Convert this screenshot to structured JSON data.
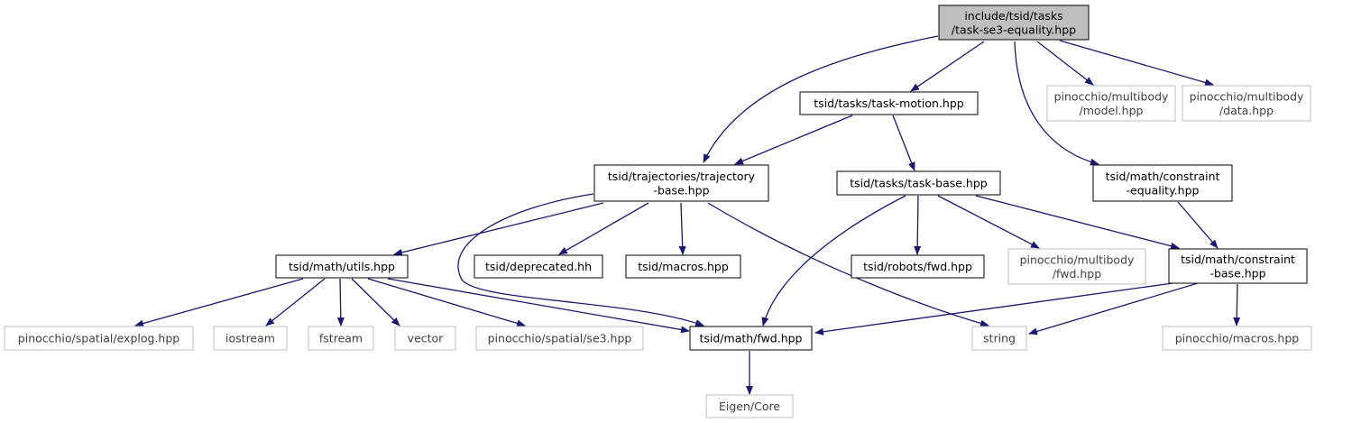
{
  "graph": {
    "colors": {
      "edge": "#191970",
      "root_fill": "#bfbfbf",
      "node_border": "#000000",
      "external_border": "#bfbfbf",
      "background": "#ffffff"
    },
    "nodes": [
      {
        "id": "root",
        "lines": [
          "include/tsid/tasks",
          "/task-se3-equality.hpp"
        ],
        "kind": "root"
      },
      {
        "id": "task_motion",
        "lines": [
          "tsid/tasks/task-motion.hpp"
        ],
        "kind": "internal"
      },
      {
        "id": "pin_model",
        "lines": [
          "pinocchio/multibody",
          "/model.hpp"
        ],
        "kind": "external"
      },
      {
        "id": "pin_data",
        "lines": [
          "pinocchio/multibody",
          "/data.hpp"
        ],
        "kind": "external"
      },
      {
        "id": "traj_base",
        "lines": [
          "tsid/trajectories/trajectory",
          "-base.hpp"
        ],
        "kind": "internal"
      },
      {
        "id": "task_base",
        "lines": [
          "tsid/tasks/task-base.hpp"
        ],
        "kind": "internal"
      },
      {
        "id": "constraint_eq",
        "lines": [
          "tsid/math/constraint",
          "-equality.hpp"
        ],
        "kind": "internal"
      },
      {
        "id": "utils",
        "lines": [
          "tsid/math/utils.hpp"
        ],
        "kind": "internal"
      },
      {
        "id": "deprecated",
        "lines": [
          "tsid/deprecated.hh"
        ],
        "kind": "internal"
      },
      {
        "id": "macros",
        "lines": [
          "tsid/macros.hpp"
        ],
        "kind": "internal"
      },
      {
        "id": "robots_fwd",
        "lines": [
          "tsid/robots/fwd.hpp"
        ],
        "kind": "internal"
      },
      {
        "id": "pin_fwd",
        "lines": [
          "pinocchio/multibody",
          "/fwd.hpp"
        ],
        "kind": "external"
      },
      {
        "id": "constraint_base",
        "lines": [
          "tsid/math/constraint",
          "-base.hpp"
        ],
        "kind": "internal"
      },
      {
        "id": "explog",
        "lines": [
          "pinocchio/spatial/explog.hpp"
        ],
        "kind": "external"
      },
      {
        "id": "iostream",
        "lines": [
          "iostream"
        ],
        "kind": "external"
      },
      {
        "id": "fstream",
        "lines": [
          "fstream"
        ],
        "kind": "external"
      },
      {
        "id": "vector",
        "lines": [
          "vector"
        ],
        "kind": "external"
      },
      {
        "id": "se3",
        "lines": [
          "pinocchio/spatial/se3.hpp"
        ],
        "kind": "external"
      },
      {
        "id": "math_fwd",
        "lines": [
          "tsid/math/fwd.hpp"
        ],
        "kind": "internal"
      },
      {
        "id": "string",
        "lines": [
          "string"
        ],
        "kind": "external"
      },
      {
        "id": "pin_macros",
        "lines": [
          "pinocchio/macros.hpp"
        ],
        "kind": "external"
      },
      {
        "id": "eigen_core",
        "lines": [
          "Eigen/Core"
        ],
        "kind": "external"
      }
    ],
    "edges": [
      {
        "from": "root",
        "to": "task_motion"
      },
      {
        "from": "root",
        "to": "pin_model"
      },
      {
        "from": "root",
        "to": "pin_data"
      },
      {
        "from": "root",
        "to": "traj_base"
      },
      {
        "from": "root",
        "to": "constraint_eq"
      },
      {
        "from": "task_motion",
        "to": "traj_base"
      },
      {
        "from": "task_motion",
        "to": "task_base"
      },
      {
        "from": "traj_base",
        "to": "utils"
      },
      {
        "from": "traj_base",
        "to": "deprecated"
      },
      {
        "from": "traj_base",
        "to": "macros"
      },
      {
        "from": "traj_base",
        "to": "string"
      },
      {
        "from": "traj_base",
        "to": "math_fwd"
      },
      {
        "from": "task_base",
        "to": "math_fwd"
      },
      {
        "from": "task_base",
        "to": "robots_fwd"
      },
      {
        "from": "task_base",
        "to": "pin_fwd"
      },
      {
        "from": "task_base",
        "to": "constraint_base"
      },
      {
        "from": "constraint_eq",
        "to": "constraint_base"
      },
      {
        "from": "utils",
        "to": "explog"
      },
      {
        "from": "utils",
        "to": "iostream"
      },
      {
        "from": "utils",
        "to": "fstream"
      },
      {
        "from": "utils",
        "to": "vector"
      },
      {
        "from": "utils",
        "to": "se3"
      },
      {
        "from": "utils",
        "to": "math_fwd"
      },
      {
        "from": "constraint_base",
        "to": "math_fwd"
      },
      {
        "from": "constraint_base",
        "to": "string"
      },
      {
        "from": "constraint_base",
        "to": "pin_macros"
      },
      {
        "from": "math_fwd",
        "to": "eigen_core"
      }
    ]
  }
}
